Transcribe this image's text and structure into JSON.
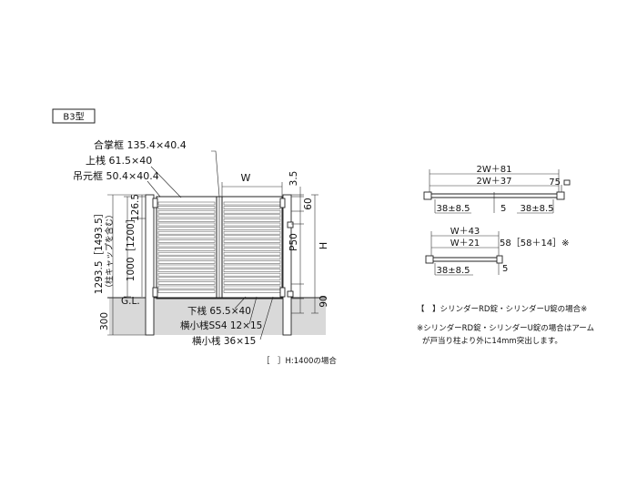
{
  "type_badge": "B3型",
  "front_view": {
    "labels": {
      "center_frame": "合掌框 135.4×40.4",
      "top_rail": "上桟 61.5×40",
      "hinge_frame": "吊元框 50.4×40.4",
      "bottom_rail": "下桟 65.5×40",
      "horizontal_slat_ss4": "横小桟SS4 12×15",
      "horizontal_slat": "横小桟 36×15",
      "width": "W",
      "gl": "G.L."
    },
    "dims": {
      "top_offset": "3.5",
      "top_gap": "60",
      "top_panel": "126.5",
      "p50": "P50",
      "height": "H",
      "bottom_gap": "90",
      "gate_height": "1000［1200］",
      "post_height_line1": "1293.5［1493.5］",
      "post_height_line2": "（柱キャップを含む）",
      "embed_depth": "300"
    },
    "note": "［　］H:1400の場合"
  },
  "plan_view_1": {
    "outer": "2W＋81",
    "inner": "2W＋37",
    "cap": "75",
    "left_offset": "38±8.5",
    "gap": "5",
    "right_offset": "38±8.5"
  },
  "plan_view_2": {
    "outer": "W＋43",
    "inner": "W＋21",
    "side": "58［58＋14］※",
    "left_offset": "38±8.5",
    "gap": "5"
  },
  "notes": {
    "bracket_note": "【　】シリンダーRD錠・シリンダーU錠の場合※",
    "star_note_line1": "※シリンダーRD錠・シリンダーU錠の場合はアーム",
    "star_note_line2": "が戸当り柱より外に14mm突出します。"
  }
}
